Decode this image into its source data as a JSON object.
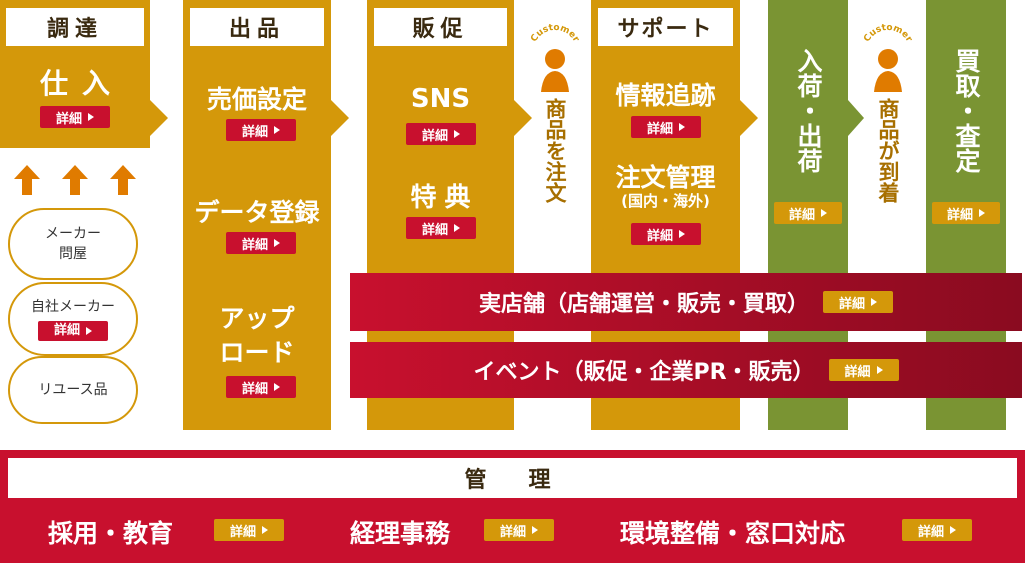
{
  "detail_label": "詳細",
  "columns": {
    "procure": {
      "header": "調達",
      "item": "仕入"
    },
    "listing": {
      "header": "出品",
      "items": [
        "売価設定",
        "データ登録",
        "アップロード"
      ]
    },
    "promo": {
      "header": "販促",
      "items": [
        "SNS",
        "特典"
      ]
    },
    "support": {
      "header": "サポート",
      "items": [
        "情報追跡",
        "注文管理",
        "(国内・海外)"
      ]
    },
    "shipping": {
      "title": "入荷・出荷"
    },
    "purchase": {
      "title": "買取・査定"
    }
  },
  "customer": {
    "label": "Customer",
    "order_text": "商品を注文",
    "arrive_text": "商品が到着"
  },
  "sources": {
    "items": [
      "メーカー問屋",
      "自社メーカー",
      "リユース品"
    ],
    "maker_1": "メーカー",
    "maker_2": "問屋"
  },
  "bands": {
    "store": "実店舗（店舗運営・販売・買取）",
    "event": "イベント（販促・企業PR・販売）"
  },
  "management": {
    "title": "管　理",
    "items": [
      "採用・教育",
      "経理事務",
      "環境整備・窓口対応"
    ]
  },
  "colors": {
    "gold": "#d4980a",
    "olive": "#7a9433",
    "red": "#c8102e",
    "orange_arrow": "#e07b00"
  }
}
